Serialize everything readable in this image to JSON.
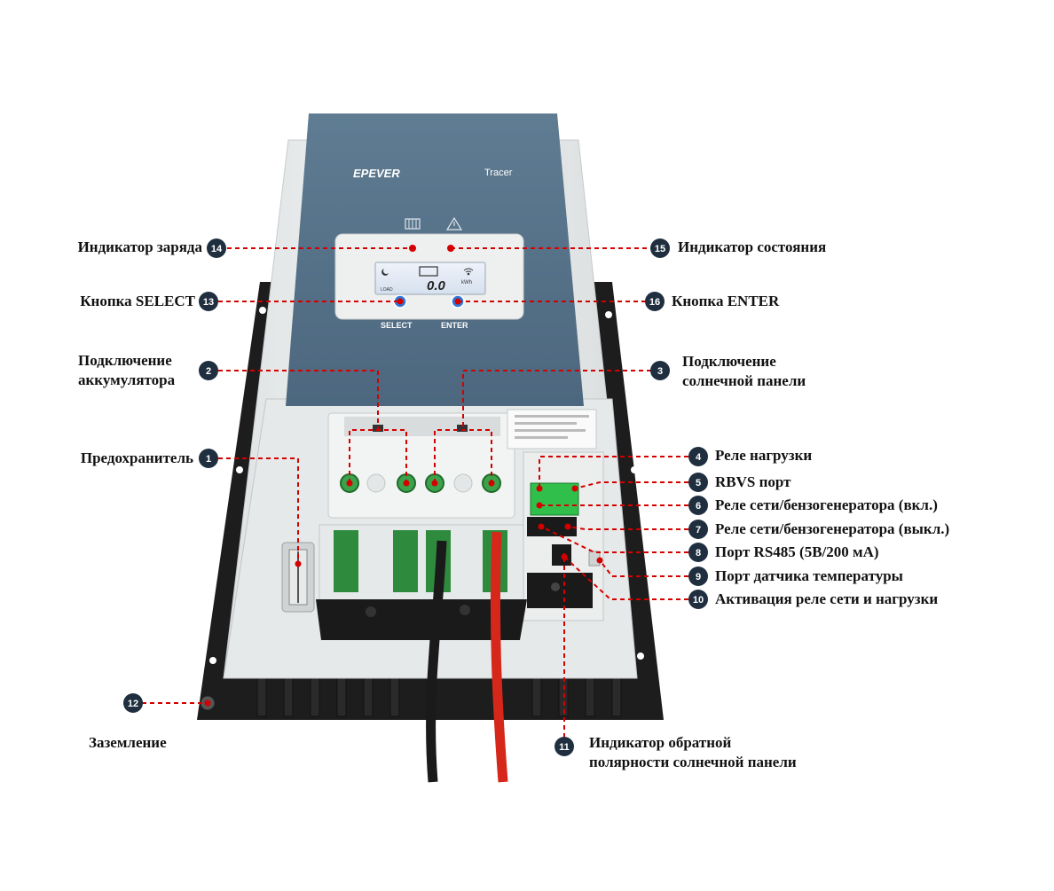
{
  "device": {
    "brand": "EPEVER",
    "model": "Tracer",
    "lcd_value": "0.0",
    "lcd_unit": "kWh",
    "lcd_load": "LOAD",
    "button_left": "SELECT",
    "button_right": "ENTER"
  },
  "colors": {
    "callout": "#d40000",
    "badge": "#1f2f3f",
    "panel": "#56728a",
    "housing": "#e9ecec",
    "heatsink": "#1e1e1e",
    "terminal_green": "#3aa24a",
    "cable_red": "#d5281b",
    "cable_black": "#1a1a1a"
  },
  "callouts": [
    {
      "num": "1",
      "label": "Предохранитель"
    },
    {
      "num": "2",
      "label": "Подключение аккумулятора"
    },
    {
      "num": "3",
      "label": "Подключение солнечной панели"
    },
    {
      "num": "4",
      "label": "Реле нагрузки"
    },
    {
      "num": "5",
      "label": "RBVS порт"
    },
    {
      "num": "6",
      "label": "Реле сети/бензогенератора (вкл.)"
    },
    {
      "num": "7",
      "label": "Реле сети/бензогенератора (выкл.)"
    },
    {
      "num": "8",
      "label": "Порт RS485 (5В/200 мА)"
    },
    {
      "num": "9",
      "label": "Порт датчика температуры"
    },
    {
      "num": "10",
      "label": "Активация реле сети и нагрузки"
    },
    {
      "num": "11",
      "label": "Индикатор обратной полярности солнечной панели"
    },
    {
      "num": "12",
      "label": "Заземление"
    },
    {
      "num": "13",
      "label": "Кнопка SELECT"
    },
    {
      "num": "14",
      "label": "Индикатор заряда"
    },
    {
      "num": "15",
      "label": "Индикатор состояния"
    },
    {
      "num": "16",
      "label": "Кнопка ENTER"
    }
  ],
  "label_lines": {
    "c2": [
      "Подключение",
      "аккумулятора"
    ],
    "c3": [
      "Подключение",
      "солнечной панели"
    ],
    "c11": [
      "Индикатор обратной",
      "полярности солнечной панели"
    ]
  }
}
